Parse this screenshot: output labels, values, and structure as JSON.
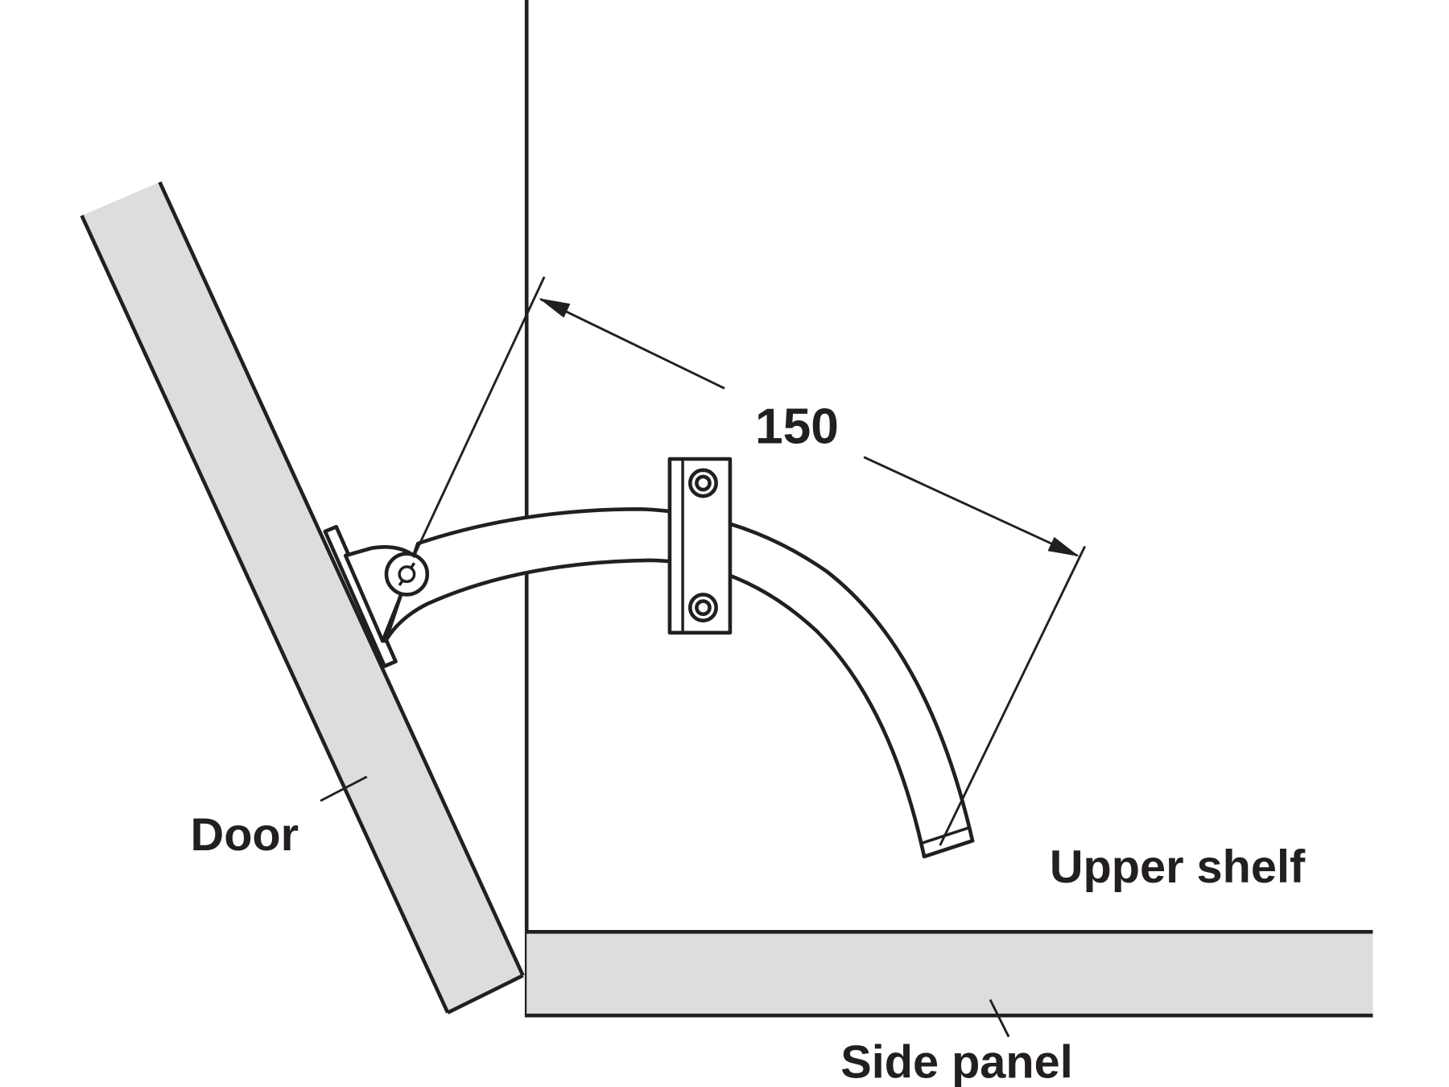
{
  "labels": {
    "dimension": "150",
    "door": "Door",
    "upper_shelf": "Upper shelf",
    "side_panel": "Side panel"
  },
  "colors": {
    "line": "#231f20",
    "panel_fill": "#dcdddf",
    "background": "#ffffff"
  }
}
